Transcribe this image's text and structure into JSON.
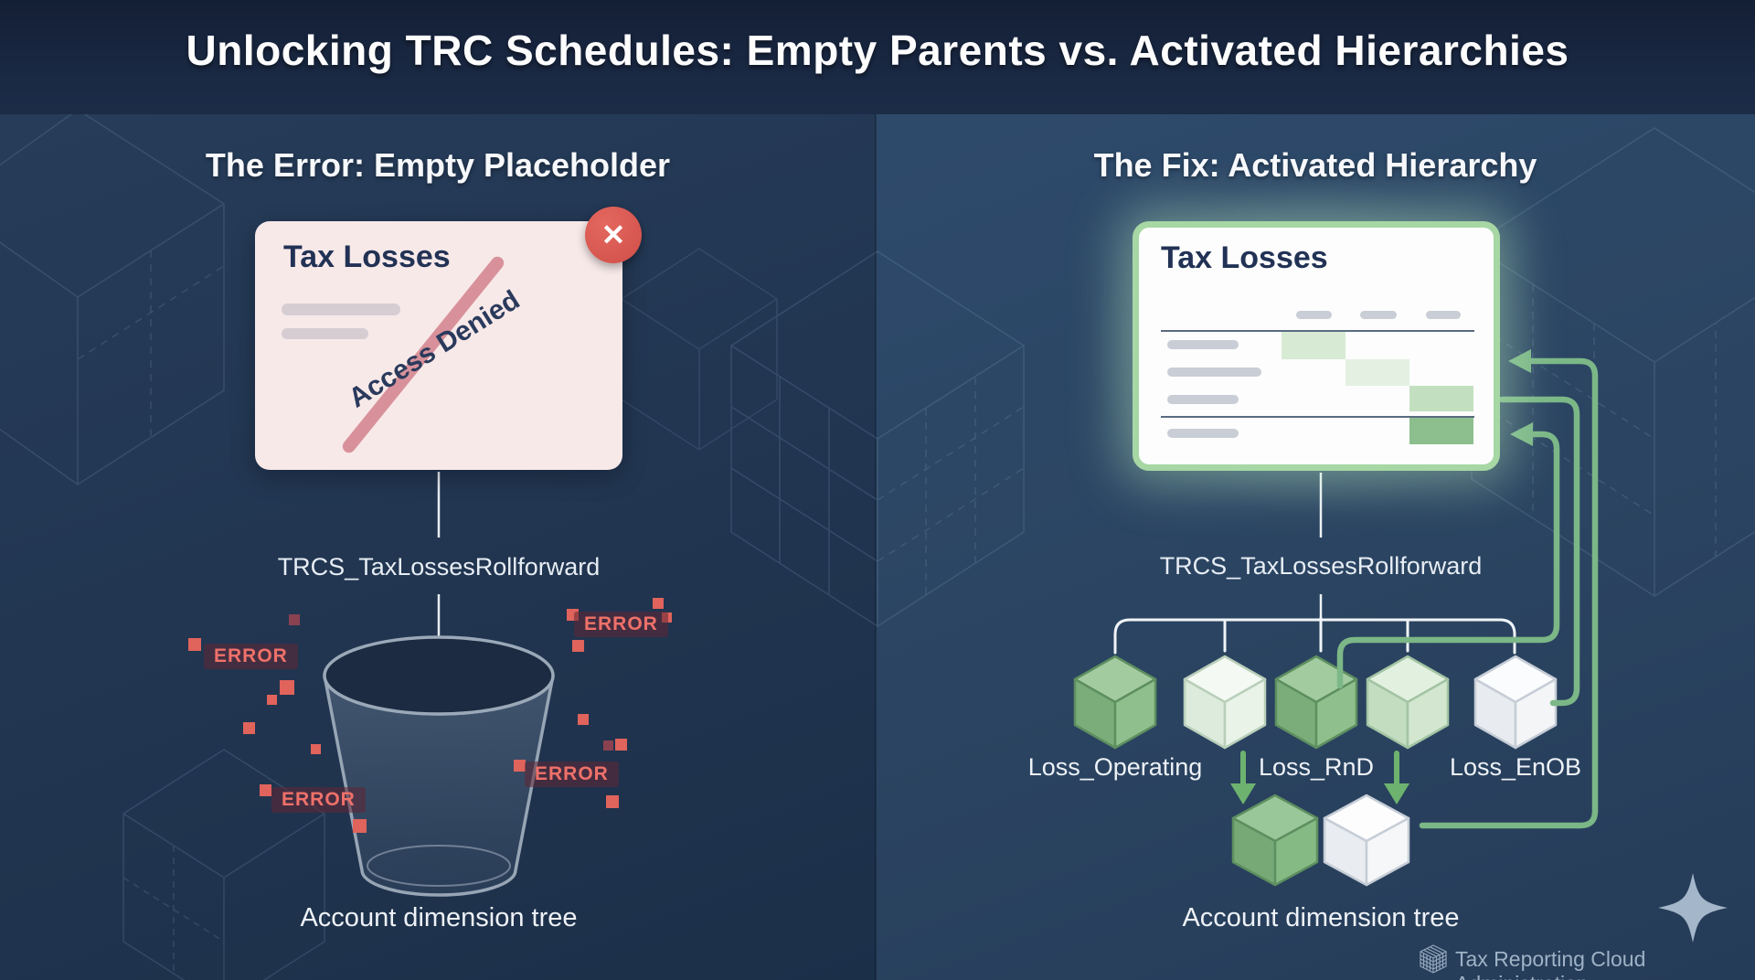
{
  "title": "Unlocking TRC Schedules: Empty Parents vs. Activated Hierarchies",
  "icons": {
    "denied_badge_glyph": "✕"
  },
  "left_panel": {
    "heading": "The Error: Empty Placeholder",
    "card": {
      "title": "Tax Losses",
      "stamp": "Access Denied"
    },
    "node_label": "TRCS_TaxLossesRollforward",
    "errors": [
      "ERROR",
      "ERROR",
      "ERROR",
      "ERROR"
    ],
    "caption": "Account dimension tree"
  },
  "right_panel": {
    "heading": "The Fix: Activated Hierarchy",
    "card": {
      "title": "Tax Losses"
    },
    "node_label": "TRCS_TaxLossesRollforward",
    "children": [
      {
        "label": "Loss_Operating"
      },
      {
        "label": "Loss_RnD"
      },
      {
        "label": "Loss_EnOB"
      }
    ],
    "caption": "Account dimension tree"
  },
  "footer": {
    "brand": "Tax Reporting Cloud Administration"
  },
  "colors": {
    "accent_green": "#7cb787",
    "glow_green": "#a6d7a4",
    "error_red": "#e0635c",
    "badge_red": "#d9554e",
    "card_pink": "#f8e9e9",
    "header_navy": "#1a2944",
    "panel_left": "#213550",
    "panel_right": "#2a4360"
  }
}
